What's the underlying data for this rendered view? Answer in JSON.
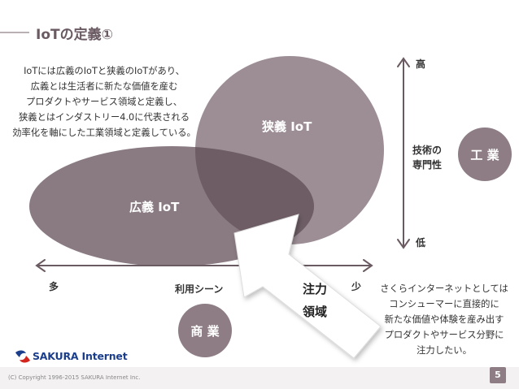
{
  "header": {
    "title": "IoTの定義①"
  },
  "intro": {
    "lines": [
      "IoTには広義のIoTと狭義のIoTがあり、",
      "広義とは生活者に新たな価値を産む",
      "プロダクトやサービス領域と定義し、",
      "狭義とはインダストリー4.0に代表される",
      "効率化を軸にした工業領域と定義している。"
    ]
  },
  "diagram": {
    "narrow_label": "狭義 IoT",
    "broad_label": "広義 IoT",
    "vertical_axis": {
      "high": "高",
      "low": "低",
      "label_line1": "技術の",
      "label_line2": "専門性"
    },
    "horizontal_axis": {
      "many": "多",
      "few": "少",
      "label": "利用シーン"
    },
    "industry_badge": "工 業",
    "commerce_badge": "商 業",
    "focus_line1": "注力",
    "focus_line2": "領域"
  },
  "right_text": {
    "lines": [
      "さくらインターネットとしては",
      "コンシューマーに直接的に",
      "新たな価値や体験を産み出す",
      "プロダクトやサービス分野に",
      "注力したい。"
    ]
  },
  "footer": {
    "logo_text": "SAKURA Internet",
    "copyright": "(C) Copyright 1996-2015 SAKURA Internet Inc.",
    "page_number": "5"
  },
  "colors": {
    "circle_dark": "#8a7a82",
    "circle_light": "#9d8e96",
    "overlap": "#6e5d65",
    "badge": "#8e7d85",
    "axis": "#6a5a62",
    "arrow_fill": "#ffffff",
    "arrow_stroke": "#dddddd",
    "logo_blue": "#1b3e8c",
    "logo_red": "#d4241e"
  }
}
